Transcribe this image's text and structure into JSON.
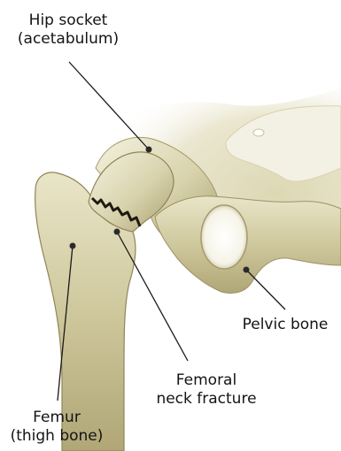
{
  "labels": {
    "hip_socket": {
      "line1": "Hip socket",
      "line2": "(acetabulum)"
    },
    "pelvic_bone": {
      "line1": "Pelvic bone"
    },
    "fracture": {
      "line1": "Femoral",
      "line2": "neck fracture"
    },
    "femur": {
      "line1": "Femur",
      "line2": "(thigh bone)"
    }
  },
  "colors": {
    "bone_light": "#eeead2",
    "bone_mid": "#c9c396",
    "bone_dark": "#8f8558",
    "leader_line": "#1a1a1a",
    "marker_dot": "#2a2a2a",
    "fracture_line": "#1e1a10"
  }
}
